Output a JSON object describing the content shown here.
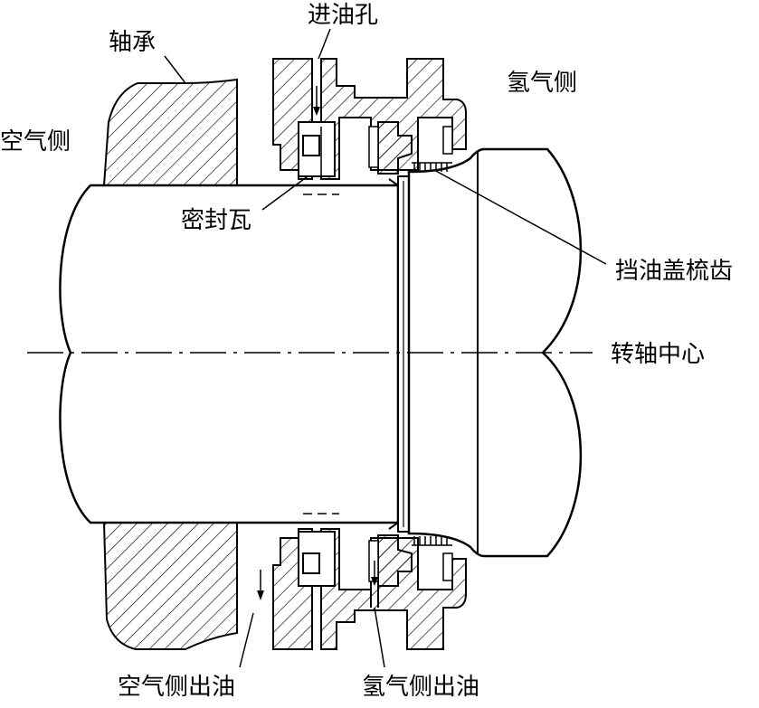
{
  "labels": {
    "bearing": "轴承",
    "oil_inlet": "进油孔",
    "hydrogen_side": "氢气侧",
    "air_side": "空气侧",
    "seal_bush": "密封瓦",
    "oil_baffle_comb": "挡油盖梳齿",
    "shaft_center": "转轴中心",
    "air_side_oil_out": "空气侧出油",
    "hydrogen_side_oil_out": "氢气侧出油"
  }
}
